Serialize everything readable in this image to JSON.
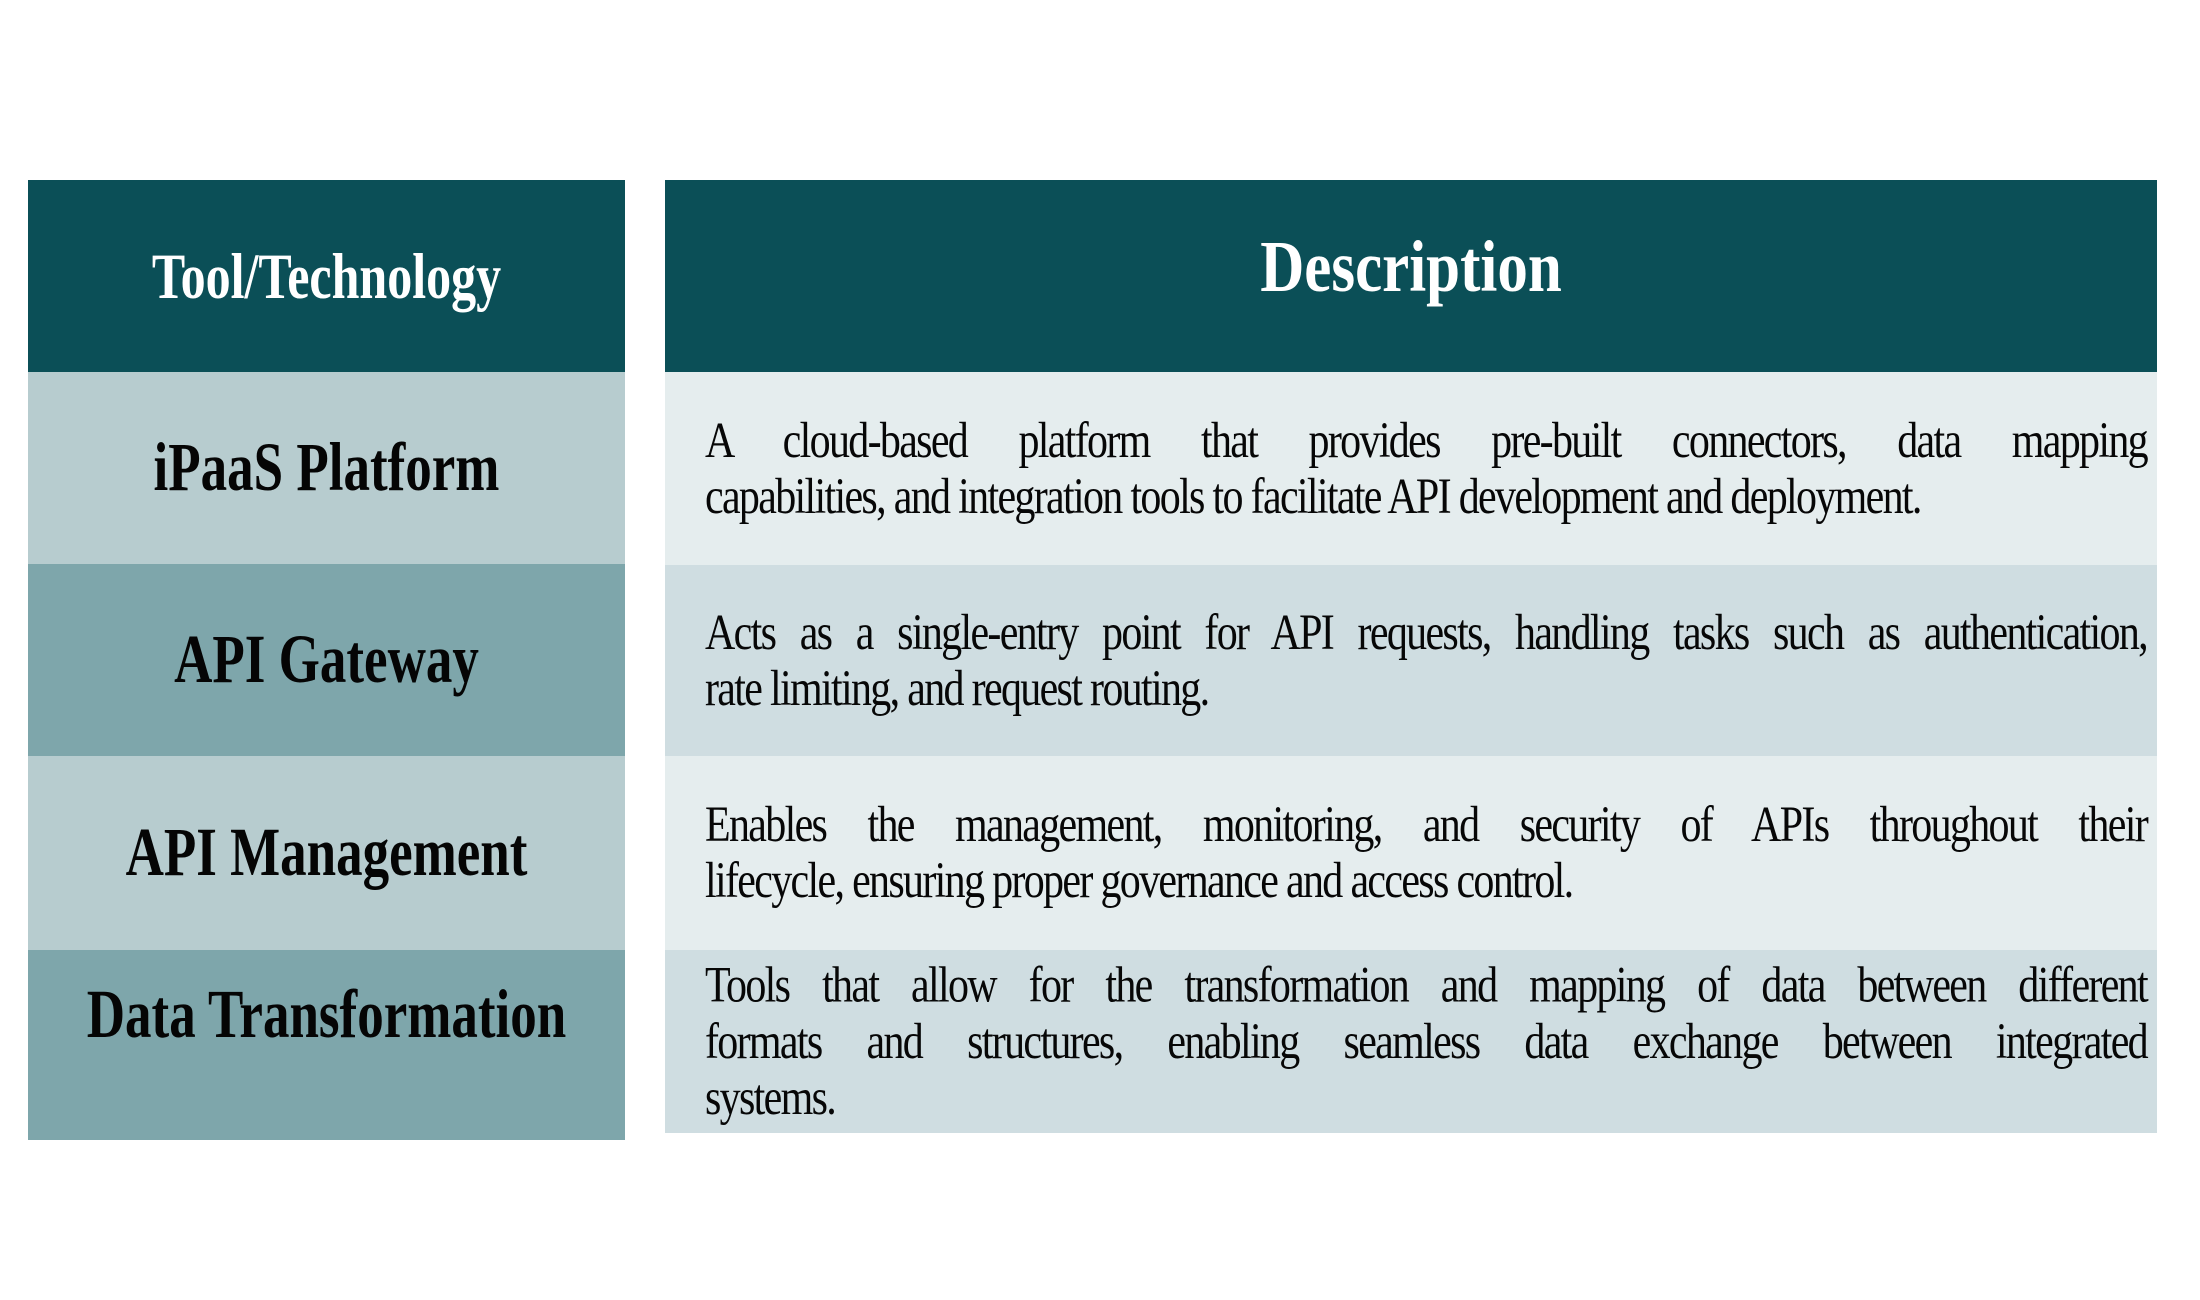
{
  "table": {
    "columns": [
      {
        "header": "Tool/Technology"
      },
      {
        "header": "Description"
      }
    ],
    "rows": [
      {
        "tool": "iPaaS Platform",
        "description": "A cloud-based platform that provides pre-built connectors, data mapping capabilities, and integration tools to facilitate API development and deployment.",
        "description_lines": [
          "A cloud-based platform that provides pre-built connectors, data mapping",
          "capabilities, and integration tools to facilitate API development and deployment."
        ]
      },
      {
        "tool": "API Gateway",
        "description": "Acts as a single-entry point for API requests, handling tasks such as authentication, rate limiting, and request routing.",
        "description_lines": [
          "Acts as a single-entry point for API requests, handling tasks such as authentication,",
          "rate limiting, and request routing."
        ]
      },
      {
        "tool": "API Management",
        "description": "Enables the management, monitoring, and security of APIs throughout their lifecycle, ensuring proper governance and access control.",
        "description_lines": [
          "Enables the management, monitoring, and security of APIs throughout their",
          "lifecycle, ensuring proper governance and access control."
        ]
      },
      {
        "tool": "Data Transformation",
        "description": "Tools that allow for the transformation and mapping of data between different formats and structures, enabling seamless data exchange between integrated systems.",
        "description_lines": [
          "Tools that allow for the transformation and mapping of data between different",
          "formats and structures, enabling seamless data exchange between integrated",
          "systems."
        ]
      }
    ],
    "colors": {
      "header_bg": "#0b4f57",
      "header_text": "#ffffff",
      "tool_light": "#b7cccf",
      "tool_dark": "#7ea6ab",
      "desc_light": "#e5edee",
      "desc_dark": "#cfdde1",
      "body_text": "#070707"
    }
  }
}
